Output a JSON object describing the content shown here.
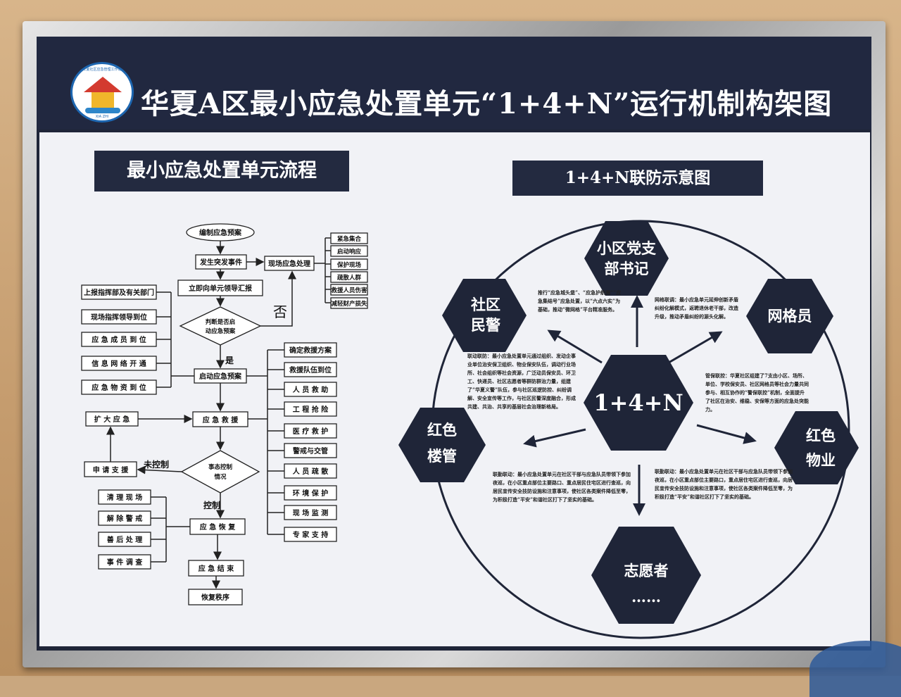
{
  "header": {
    "title": "华夏A区最小应急处置单元“1+4+N”运行机制构架图",
    "logo_top_text": "华夏社区应急管理工作站",
    "logo_bottom_text": "XIA ZHI"
  },
  "left": {
    "heading": "最小应急处置单元流程",
    "flow": {
      "n1": "编制应急预案",
      "n2": "发生突发事件",
      "n3": "现场应急处理",
      "n4": "立即向单元领导汇报",
      "d1_line1": "判断是否启",
      "d1_line2": "动应急预案",
      "n5": "启动应急预案",
      "n6": "应 急 救 援",
      "d2_line1": "事态控制",
      "d2_line2": "情况",
      "n7": "应 急 恢 复",
      "n8": "应 急 结 束",
      "n9": "恢复秩序",
      "expand": "扩 大 应 急",
      "apply": "申 请 支 援",
      "no_label": "否",
      "yes_label": "是",
      "uncontrolled": "未控制",
      "controlled": "控制",
      "site_actions": [
        "紧急集合",
        "启动响应",
        "保护现场",
        "疏散人群",
        "救援人员伤害",
        "减轻财产损失"
      ],
      "left_actions": [
        "上报指挥部及有关部门",
        "现场指挥领导到位",
        "应 急 成 员 到 位",
        "信 息 网 络 开 通",
        "应 急 物 资 到 位"
      ],
      "right_actions": [
        "确定救援方案",
        "救援队伍到位",
        "人 员 救 助",
        "工 程 抢 险",
        "医 疗 救 护",
        "警戒与交管",
        "人 员 疏 散",
        "环 境 保 护",
        "现 场 监 测",
        "专 家 支 持"
      ],
      "recovery_actions": [
        "清 理 现 场",
        "解 除 警 戒",
        "善 后 处 理",
        "事 件 调 查"
      ]
    }
  },
  "right": {
    "heading": "1+4+N联防示意图",
    "center": "1+4+N",
    "nodes": {
      "top_line1": "小区党支",
      "top_line2": "部书记",
      "ul_line1": "社区",
      "ul_line2": "民警",
      "ur": "网格员",
      "ll_line1": "红色",
      "ll_line2": "楼管",
      "lr_line1": "红色",
      "lr_line2": "物业",
      "bottom": "志愿者",
      "bottom_dots": "……"
    },
    "notes": {
      "n_top": "推行“应急城头堡”、“应急护航圈”“应急集结号”应急处置，以“六点六实”为基础，推动“微网格”平台精准服务。",
      "n_topright": "网格联调：最小应急单元延伸创新矛盾纠纷化解模式，返聘退休老干部，改造升级，推动矛盾纠纷的源头化解。",
      "n_left": "联动联防：最小应急处置单元通过组织、发动企事业单位治安保卫组织、物业保安队伍，调动行业场所、社会组织等社会资源，广泛动员保安员、环卫工、快递员、社区志愿者等群防群治力量，组建了“华夏义警”队伍，参与社区巡逻防控、纠纷调解、安全宣传等工作，与社区民警深度融合，形成共建、共治、共享的基层社会治理新格局。",
      "n_right": "管保联控：华夏社区组建了7支由小区、场所、单位、学校保安员、社区网格员等社会力量共同参与、相互协作的“警保联控”机制，全面提升了社区在治安、维稳、安保等方面的应急处突能力。",
      "n_bottomleft": "联勤联动：最小应急处置单元在社区干部与应急队员带领下参加夜巡，在小区重点部位主要路口、重点居民住宅区进行查巡，向居民宣传安全技防设施和注意事项，使社区各类案件降低至零，为积极打造“平安”和谐社区打下了坚实的基础。",
      "n_bottomright": "联勤联动：最小应急处置单元在社区干部与应急队员带领下参加夜巡，在小区重点部位主要路口，重点居住宅区进行查巡，向居民宣传安全技防设施和注意事项，使社区各类案件降低至零，为积极打造“平安”和谐社区打下了坚实的基础。"
    }
  }
}
